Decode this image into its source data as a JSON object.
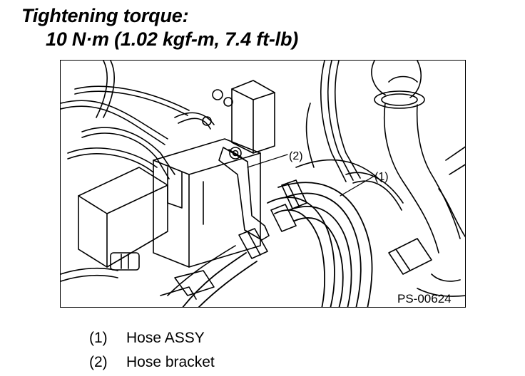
{
  "heading": {
    "line1": "Tightening torque:",
    "line2": "10 N·m (1.02 kgf-m, 7.4 ft-lb)"
  },
  "figure": {
    "id": "PS-00624",
    "callouts": [
      "(1)",
      "(2)"
    ]
  },
  "legend": [
    {
      "num": "(1)",
      "label": "Hose ASSY"
    },
    {
      "num": "(2)",
      "label": "Hose bracket"
    }
  ]
}
